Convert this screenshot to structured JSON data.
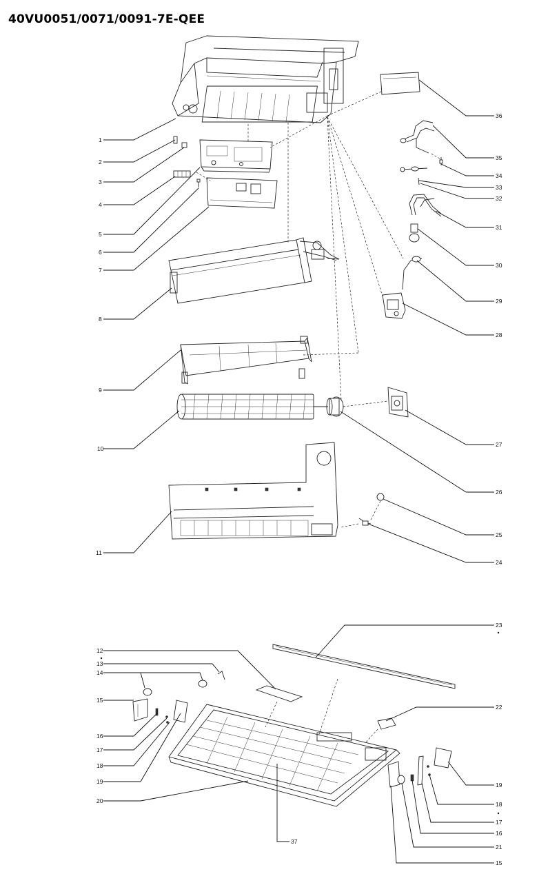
{
  "title": "40VU0051/0071/0091-7E-QEE",
  "callouts": {
    "c1": "1",
    "c2": "2",
    "c3": "3",
    "c4": "4",
    "c5": "5",
    "c6": "6",
    "c7": "7",
    "c8": "8",
    "c9": "9",
    "c10": "10",
    "c11": "11",
    "c12": "12",
    "c13": "13",
    "c14": "14",
    "c15a": "15",
    "c16a": "16",
    "c17a": "17",
    "c18a": "18",
    "c19a": "19",
    "c20": "20",
    "c36": "36",
    "c35": "35",
    "c34": "34",
    "c33": "33",
    "c32": "32",
    "c31": "31",
    "c30": "30",
    "c29": "29",
    "c28": "28",
    "c27": "27",
    "c26": "26",
    "c25": "25",
    "c24": "24",
    "c23": "23",
    "c22": "22",
    "c19b": "19",
    "c18b": "18",
    "c17b": "17",
    "c16b": "16",
    "c21": "21",
    "c15b": "15",
    "c37": "37"
  }
}
